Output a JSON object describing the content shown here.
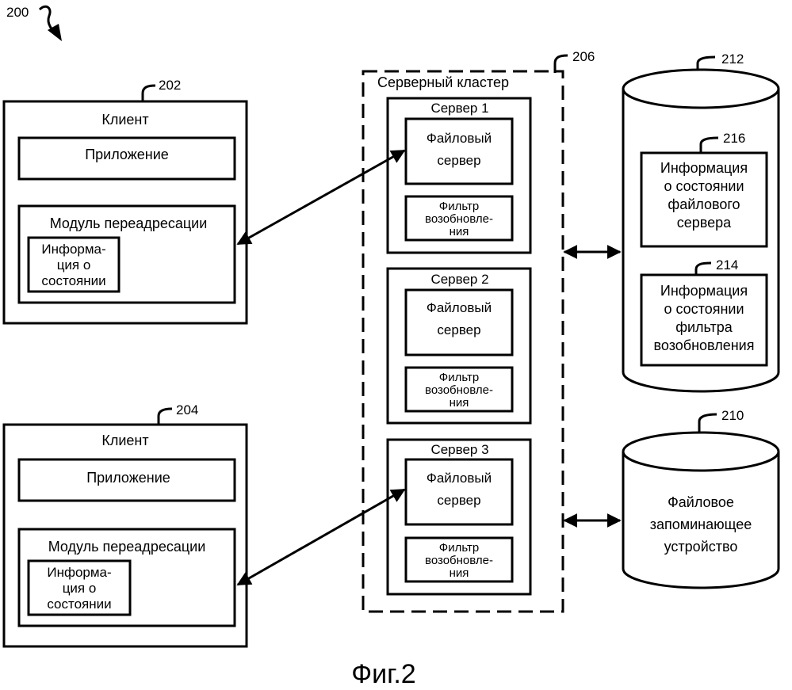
{
  "figure": {
    "ref": "200",
    "caption": "Фиг.2"
  },
  "clients": [
    {
      "ref": "202",
      "title": "Клиент",
      "application": "Приложение",
      "redirect_module": "Модуль переадресации",
      "state_info": [
        "Информа-",
        "ция о",
        "состоянии"
      ]
    },
    {
      "ref": "204",
      "title": "Клиент",
      "application": "Приложение",
      "redirect_module": "Модуль переадресации",
      "state_info": [
        "Информа-",
        "ция о",
        "состоянии"
      ]
    }
  ],
  "cluster": {
    "ref": "206",
    "title": "Серверный кластер",
    "servers": [
      {
        "title": "Сервер 1",
        "file_server": [
          "Файловый",
          "сервер"
        ],
        "filter": [
          "Фильтр",
          "возобновле-",
          "ния"
        ]
      },
      {
        "title": "Сервер 2",
        "file_server": [
          "Файловый",
          "сервер"
        ],
        "filter": [
          "Фильтр",
          "возобновле-",
          "ния"
        ]
      },
      {
        "title": "Сервер 3",
        "file_server": [
          "Файловый",
          "сервер"
        ],
        "filter": [
          "Фильтр",
          "возобновле-",
          "ния"
        ]
      }
    ]
  },
  "state_store": {
    "ref": "212",
    "file_server_state": {
      "ref": "216",
      "lines": [
        "Информация",
        "о состоянии",
        "файлового",
        "сервера"
      ]
    },
    "filter_state": {
      "ref": "214",
      "lines": [
        "Информация",
        "о состоянии",
        "фильтра",
        "возобновления"
      ]
    }
  },
  "file_storage": {
    "ref": "210",
    "lines": [
      "Файловое",
      "запоминающее",
      "устройство"
    ]
  }
}
